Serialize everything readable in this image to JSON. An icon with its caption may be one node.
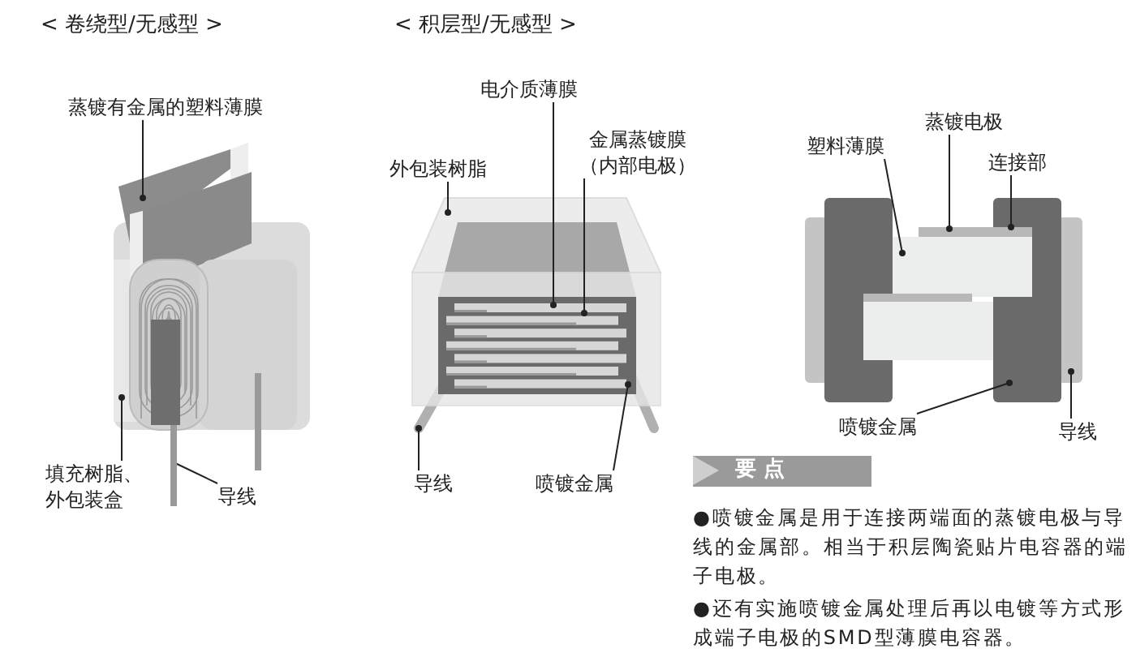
{
  "diagram": {
    "nodes": [
      {
        "text": [
          "蒸镀有金属的塑料薄膜"
        ]
      },
      {
        "text": [
          "填充树脂、外包装盒"
        ]
      },
      {
        "text": [
          "导线"
        ]
      },
      {
        "text": [
          "电介质薄膜"
        ]
      },
      {
        "text": [
          "外包装树脂"
        ]
      },
      {
        "text": [
          "金属蒸镀膜（内部电极）"
        ]
      },
      {
        "text": [
          "导线"
        ]
      },
      {
        "text": [
          "喷镀金属"
        ]
      },
      {
        "text": [
          "塑料薄膜"
        ]
      },
      {
        "text": [
          "蒸镀电极"
        ]
      },
      {
        "text": [
          "连接部"
        ]
      },
      {
        "text": [
          "喷镀金属"
        ]
      },
      {
        "text": [
          "导线"
        ]
      },
      {
        "text": [
          "要 点"
        ]
      },
      {
        "text": [],
        "shape": "bar"
      }
    ],
    "edges": [
      {
        "from": 0,
        "to": null,
        "arrow": "other"
      },
      {
        "from": 1,
        "to": null,
        "arrow": "other"
      },
      {
        "from": 2,
        "to": 14,
        "arrow": "other"
      },
      {
        "from": 3,
        "to": null,
        "arrow": "other"
      },
      {
        "from": 4,
        "to": null,
        "arrow": "other"
      },
      {
        "from": 5,
        "to": null,
        "arrow": "other"
      },
      {
        "from": 6,
        "to": null,
        "arrow": "other"
      },
      {
        "from": 7,
        "to": null,
        "arrow": "other"
      },
      {
        "from": 8,
        "to": null,
        "arrow": "other"
      },
      {
        "from": 9,
        "to": null,
        "arrow": "other"
      },
      {
        "from": 10,
        "to": null,
        "arrow": "other"
      },
      {
        "from": 11,
        "to": null,
        "arrow": "other"
      },
      {
        "from": 12,
        "to": null,
        "arrow": "other"
      }
    ],
    "labels": [
      "< 卷绕型/无感型 >",
      "< 积层型/无感型 >",
      "●喷镀金属是用于连接两端面的蒸镀电极与导线的金属部。相当于积层陶瓷贴片电容器的端子电极。",
      "●还有实施喷镀金属处理后再以电镀等方式形成端子电极的SMD型薄膜电容器。"
    ]
  }
}
